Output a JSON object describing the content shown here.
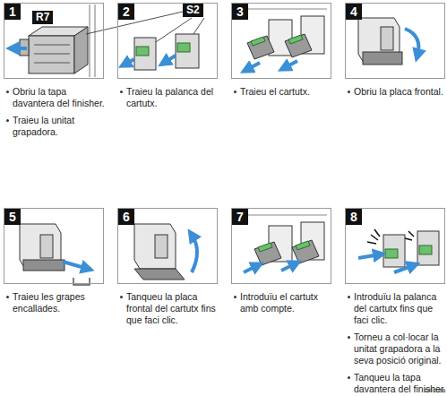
{
  "diagram": {
    "nodes": [
      {
        "text": [
          "1",
          "Obriu la tapa davantera del finisher.",
          "Traieu la unitat grapadora."
        ]
      },
      {
        "text": [
          "2",
          "Traieu la palanca del cartutx."
        ]
      },
      {
        "text": [
          "3",
          "Traieu el cartutx."
        ]
      },
      {
        "text": [
          "4",
          "Obriu la placa frontal."
        ]
      },
      {
        "text": [
          "5",
          "Traieu les grapes encallades."
        ]
      },
      {
        "text": [
          "6",
          "Tanqueu la placa frontal del cartutx fins que faci clic."
        ]
      },
      {
        "text": [
          "7",
          "Introduïu el cartutx amb compte."
        ]
      },
      {
        "text": [
          "8",
          "Introduïu la palanca del cartutx fins que faci clic.",
          "Torneu a col·locar la unitat grapadora a la seva posició original.",
          "Tanqueu la tapa davantera del finisher."
        ]
      }
    ],
    "labels": [
      "R7",
      "S2",
      "DRC058"
    ]
  }
}
